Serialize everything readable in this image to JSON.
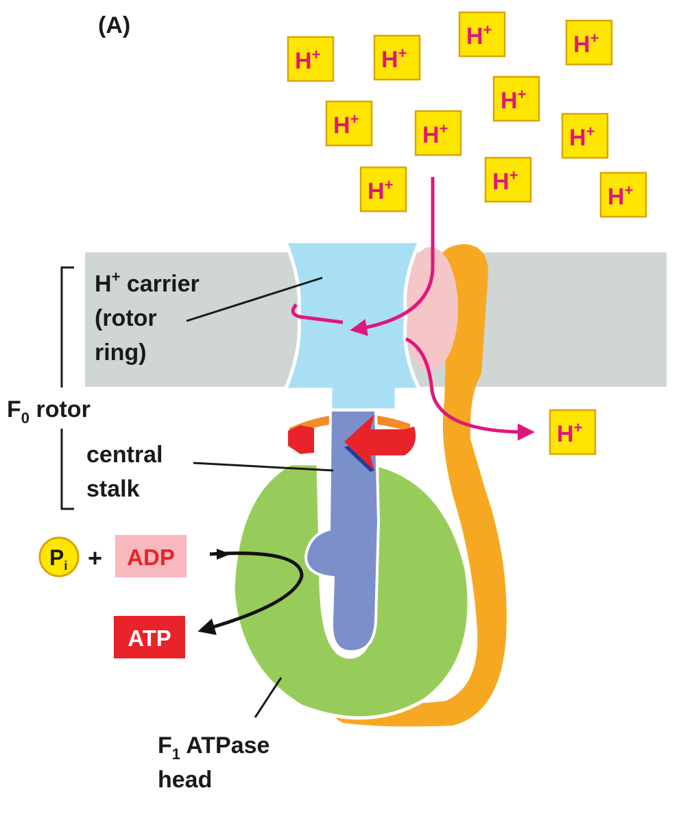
{
  "panel_label": "(A)",
  "proton": {
    "symbol": "H",
    "charge": "+"
  },
  "labels": {
    "carrier_line1_main": "H",
    "carrier_line1_sup": "+",
    "carrier_line1_rest": " carrier",
    "carrier_line2": "(rotor",
    "carrier_line3": "ring)",
    "f0_main": "F",
    "f0_sub": "0",
    "f0_rest": " rotor",
    "stalk_line1": "central",
    "stalk_line2": "stalk",
    "pi_main": "P",
    "pi_sub": "i",
    "plus": "+",
    "adp": "ADP",
    "atp": "ATP",
    "f1_main": "F",
    "f1_sub": "1",
    "f1_rest": " ATPase",
    "f1_line2": "head"
  },
  "colors": {
    "membrane": "#cfd6d4",
    "rotor_ring": "#a9dff5",
    "stator_contact": "#f4c6c8",
    "peripheral_stalk": "#f7a823",
    "central_stalk": "#7b8fcb",
    "f1_head": "#98cc5a",
    "rotation_arrow": "#e8232a",
    "proton_path": "#e0177a",
    "proton_box": "#ffe600",
    "adp_box": "#f7b9bd",
    "atp_box": "#e8232a"
  }
}
